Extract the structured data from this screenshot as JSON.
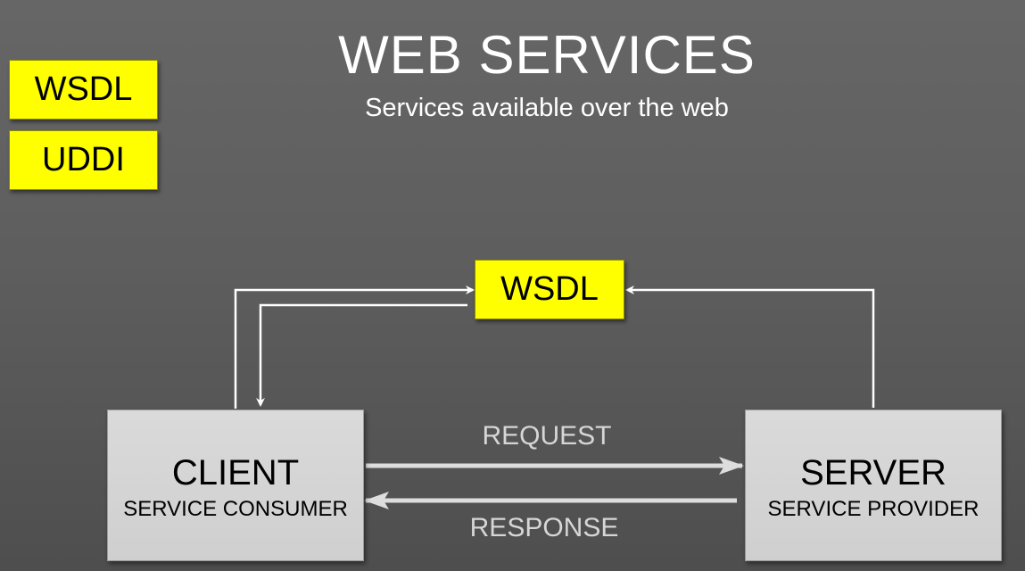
{
  "header": {
    "title": "WEB SERVICES",
    "subtitle": "Services available over the web"
  },
  "legend": {
    "items": [
      {
        "label": "WSDL"
      },
      {
        "label": "UDDI"
      }
    ]
  },
  "diagram": {
    "wsdl_node": {
      "label": "WSDL"
    },
    "client": {
      "title": "CLIENT",
      "subtitle": "SERVICE CONSUMER"
    },
    "server": {
      "title": "SERVER",
      "subtitle": "SERVICE PROVIDER"
    },
    "request_label": "REQUEST",
    "response_label": "RESPONSE"
  },
  "colors": {
    "background": "#5e5e5e",
    "highlight_box": "#ffff00",
    "node_box": "#d4d4d4",
    "arrow": "#ffffff",
    "flow_arrow": "#dddddd"
  }
}
